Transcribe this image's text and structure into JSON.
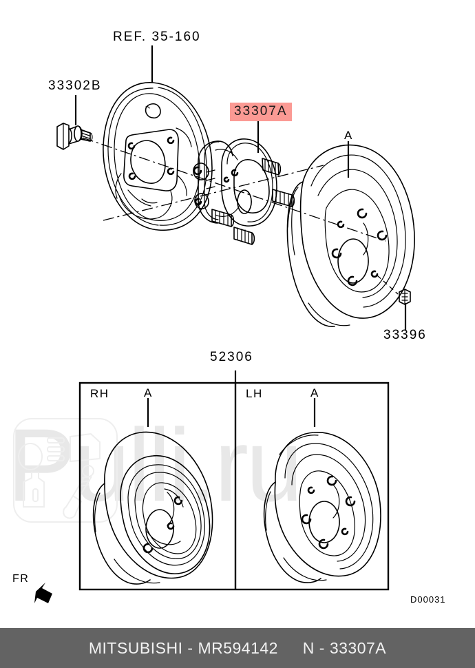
{
  "diagram": {
    "code": "D00031",
    "direction_marker": "FR",
    "labels": {
      "ref": "REF. 35-160",
      "bolt": "33302B",
      "hub_highlight": "33307A",
      "drum_callout": "A",
      "screw": "33396",
      "panel_title": "52306",
      "rh": "RH",
      "lh": "LH",
      "rh_callout": "A",
      "lh_callout": "A"
    },
    "watermark": "Pulli.ru",
    "colors": {
      "highlight_bg": "#fb9a94",
      "footer_bg": "#636363",
      "line": "#000000",
      "watermark": "#e8e8e8"
    }
  },
  "footer": {
    "brand": "MITSUBISHI",
    "separator": "-",
    "part_number": "MR594142",
    "catalog_prefix": "N",
    "catalog_separator": "-",
    "catalog_number": "33307A"
  }
}
